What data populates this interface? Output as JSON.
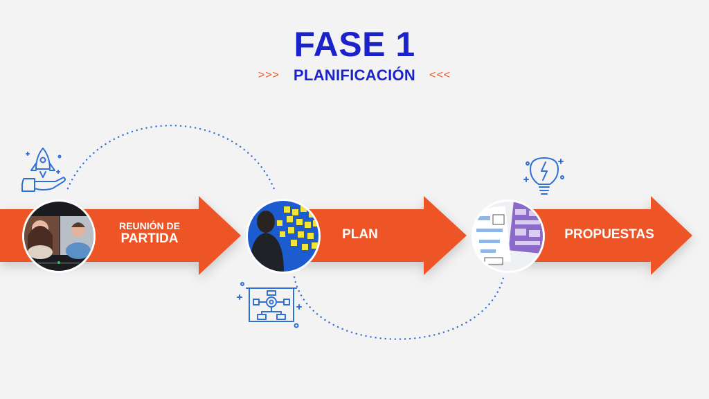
{
  "header": {
    "title": "FASE 1",
    "subtitle": "PLANIFICACIÓN",
    "chevron_left": ">>>",
    "chevron_right": "<<<"
  },
  "steps": [
    {
      "label_top": "REUNIÓN DE",
      "label_main": "PARTIDA",
      "photo": "video-call-photo",
      "icon": "rocket-hand-icon"
    },
    {
      "label_main": "PLAN",
      "photo": "sticky-notes-wall-photo",
      "icon": "flowchart-blueprint-icon"
    },
    {
      "label_main": "PROPUESTAS",
      "photo": "wireframe-sketches-photo",
      "icon": "lightbulb-icon"
    }
  ],
  "colors": {
    "arrow": "#ee5427",
    "title": "#1a23c9",
    "icon": "#2f6fd6",
    "dots": "#2f6fd6",
    "background": "#f3f3f4"
  }
}
